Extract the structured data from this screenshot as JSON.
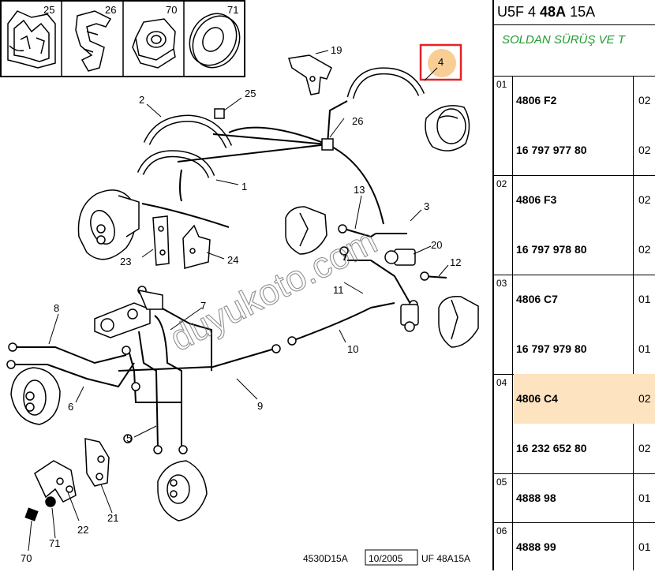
{
  "header": {
    "code_a": "U5F 4",
    "code_b": "48A",
    "code_c": "15A",
    "subtitle": "SOLDAN SÜRÜŞ VE T"
  },
  "thumbnails": [
    "25",
    "26",
    "70",
    "71"
  ],
  "callouts": {
    "c1": "1",
    "c2": "2",
    "c3": "3",
    "c4": "4",
    "c5": "5",
    "c6": "6",
    "c7": "7",
    "c8": "8",
    "c9": "9",
    "c10": "10",
    "c11": "11",
    "c12": "12",
    "c13": "13",
    "c19": "19",
    "c20": "20",
    "c21": "21",
    "c22": "22",
    "c23": "23",
    "c24": "24",
    "c25": "25",
    "c26": "26",
    "c70": "70",
    "c71": "71"
  },
  "watermark": "duyukoto.com",
  "footer": {
    "ref": "4530D15A",
    "date": "10/2005",
    "page": "UF 48A15A"
  },
  "colors": {
    "highlight_box": "#e32227",
    "highlight_dot": "#f7c98a",
    "row_highlight": "#fde3c0",
    "subtitle": "#1e9c2e"
  },
  "parts": [
    {
      "num": "01",
      "code1": "4806 F2",
      "qty1": "02",
      "code2": "16 797 977 80",
      "qty2": "02",
      "highlight": false
    },
    {
      "num": "02",
      "code1": "4806 F3",
      "qty1": "02",
      "code2": "16 797 978 80",
      "qty2": "02",
      "highlight": false
    },
    {
      "num": "03",
      "code1": "4806 C7",
      "qty1": "01",
      "code2": "16 797 979 80",
      "qty2": "01",
      "highlight": false
    },
    {
      "num": "04",
      "code1": "4806 C4",
      "qty1": "02",
      "code2": "16 232 652 80",
      "qty2": "02",
      "highlight": true
    },
    {
      "num": "05",
      "code1": "4888 98",
      "qty1": "01",
      "code2": "",
      "qty2": "",
      "highlight": false
    },
    {
      "num": "06",
      "code1": "4888 99",
      "qty1": "01",
      "code2": "",
      "qty2": "",
      "highlight": false
    }
  ]
}
